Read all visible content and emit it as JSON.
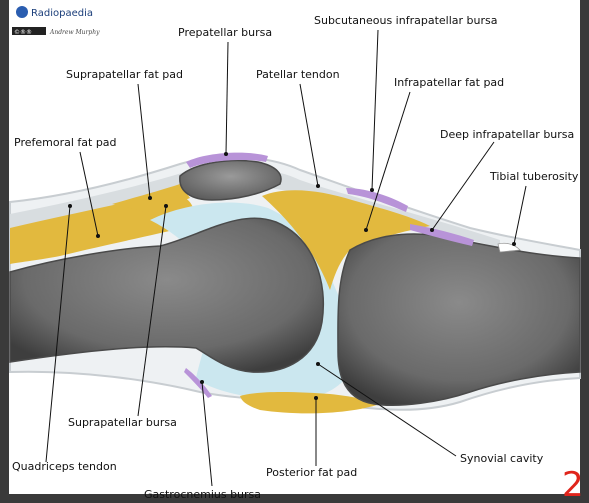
{
  "branding": {
    "site_name": "Radiopaedia",
    "author": "Andrew Murphy",
    "license_badge": "©®®"
  },
  "page_number": "2",
  "labels": {
    "prepatellar_bursa": "Prepatellar bursa",
    "subcutaneous_infrapatellar_bursa": "Subcutaneous infrapatellar bursa",
    "suprapatellar_fat_pad": "Suprapatellar fat pad",
    "patellar_tendon": "Patellar tendon",
    "infrapatellar_fat_pad": "Infrapatellar fat pad",
    "prefemoral_fat_pad": "Prefemoral fat pad",
    "deep_infrapatellar_bursa": "Deep infrapatellar bursa",
    "tibial_tuberosity": "Tibial tuberosity",
    "suprapatellar_bursa": "Suprapatellar bursa",
    "quadriceps_tendon": "Quadriceps tendon",
    "posterior_fat_pad": "Posterior fat pad",
    "synovial_cavity": "Synovial cavity",
    "gastrocnemius_bursa": "Gastrocnemius bursa"
  },
  "colors": {
    "bone": "#707070",
    "bone_edge": "#4a4a4a",
    "fat_pad": "#e2b93e",
    "synovial_fluid": "#cbe7ef",
    "bursa": "#b893d8",
    "tendon": "#d8dde0",
    "skin": "#c8cdd1",
    "frame": "#3a3a3a"
  }
}
